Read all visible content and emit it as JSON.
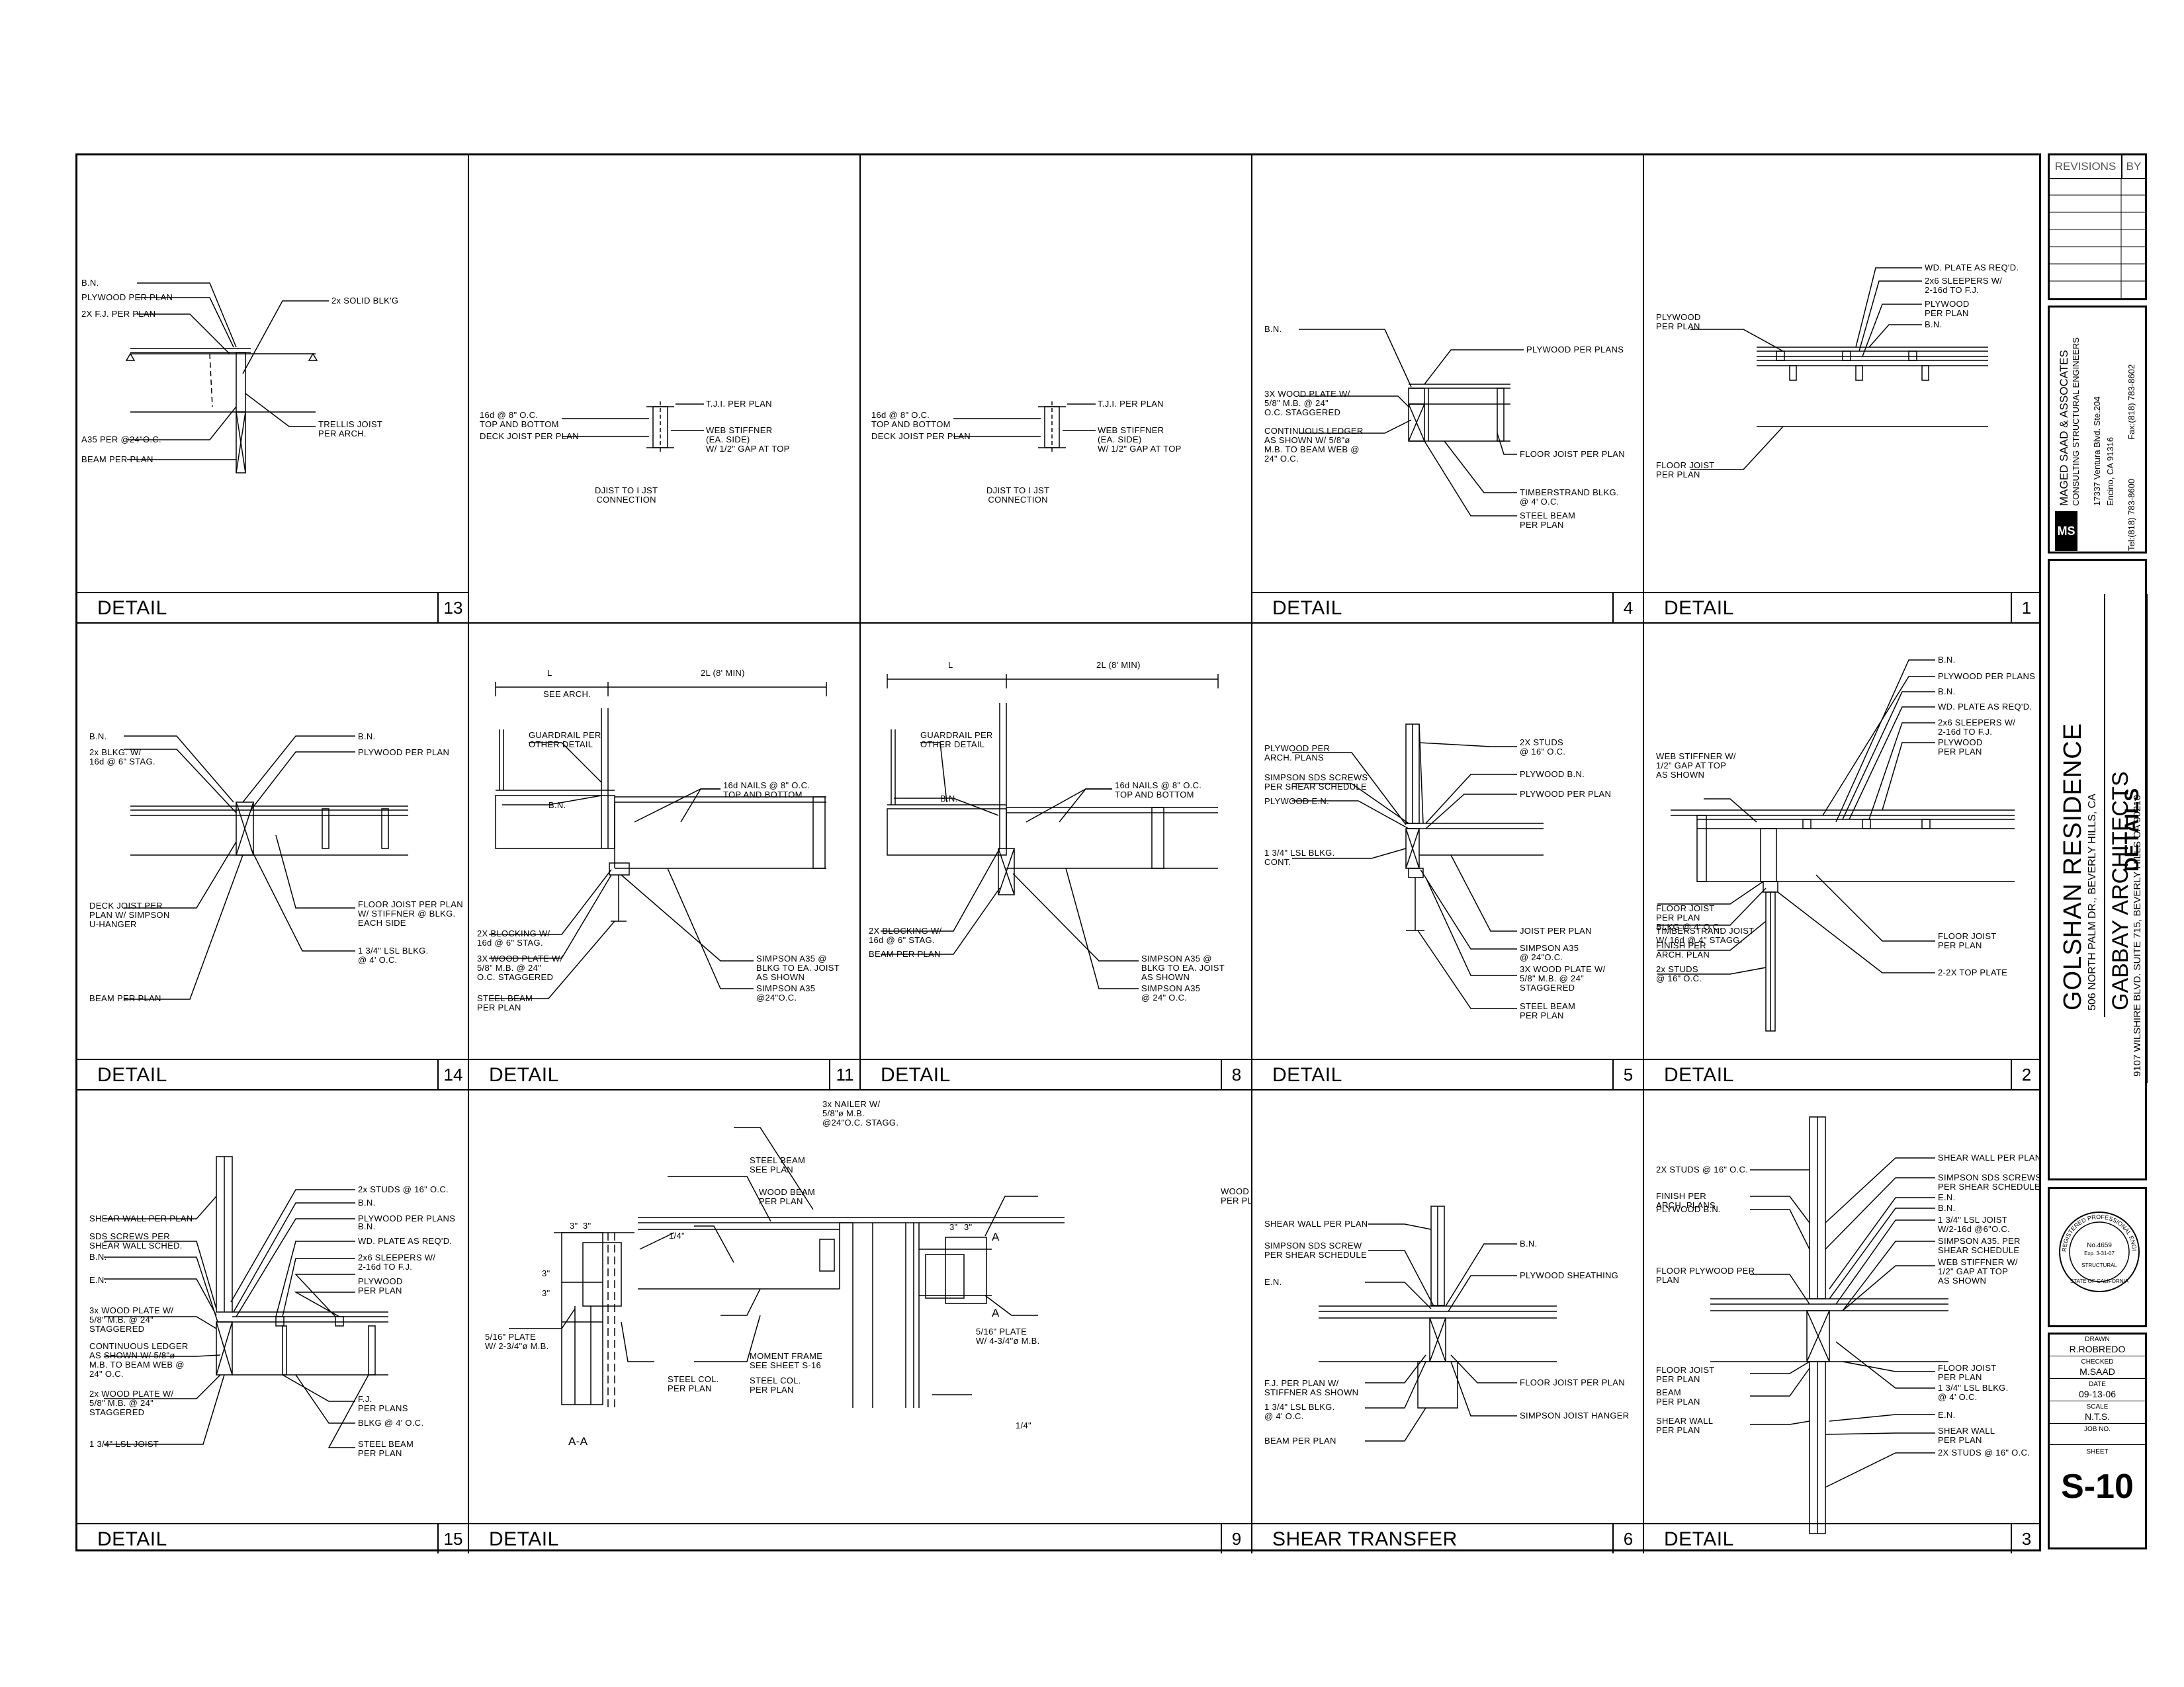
{
  "details": [
    {
      "id": "d13",
      "title": "DETAIL",
      "number": "13",
      "notes": [
        "B.N.",
        "PLYWOOD PER PLAN",
        "2X F.J. PER PLAN",
        "2x SOLID BLK'G",
        "TRELLIS JOIST\nPER ARCH.",
        "A35 PER @24\"O.C.",
        "BEAM PER PLAN"
      ]
    },
    {
      "id": "djoist1",
      "title": "",
      "number": "",
      "notes": [
        "T.J.I. PER PLAN",
        "16d @ 8\" O.C.\nTOP AND BOTTOM",
        "DECK JOIST PER PLAN",
        "WEB STIFFNER\n(EA. SIDE)\nW/ 1/2\" GAP AT TOP",
        "DJIST TO I JST\nCONNECTION"
      ]
    },
    {
      "id": "djoist2",
      "title": "",
      "number": "",
      "notes": [
        "T.J.I. PER PLAN",
        "16d @ 8\" O.C.\nTOP AND BOTTOM",
        "DECK JOIST PER PLAN",
        "WEB STIFFNER\n(EA. SIDE)\nW/ 1/2\" GAP AT TOP",
        "DJIST TO I JST\nCONNECTION"
      ]
    },
    {
      "id": "d4",
      "title": "DETAIL",
      "number": "4",
      "notes": [
        "B.N.",
        "PLYWOOD PER PLANS",
        "3X WOOD PLATE W/\n5/8\" M.B. @ 24\"\nO.C. STAGGERED",
        "CONTINUOUS LEDGER\nAS SHOWN W/ 5/8\"ø\nM.B. TO BEAM WEB @\n24\" O.C.",
        "FLOOR JOIST PER PLAN",
        "TIMBERSTRAND BLKG.\n@ 4' O.C.",
        "STEEL BEAM\nPER PLAN"
      ]
    },
    {
      "id": "d1",
      "title": "DETAIL",
      "number": "1",
      "notes": [
        "WD. PLATE AS REQ'D.",
        "2x6 SLEEPERS W/\n2-16d TO F.J.",
        "PLYWOOD\nPER PLAN",
        "B.N.",
        "PLYWOOD\nPER PLAN",
        "FLOOR JOIST\nPER PLAN"
      ]
    },
    {
      "id": "d14",
      "title": "DETAIL",
      "number": "14",
      "notes": [
        "B.N.",
        "2x BLKG. W/\n16d @ 6\" STAG.",
        "B.N.",
        "PLYWOOD PER PLAN",
        "DECK JOIST PER\nPLAN W/ SIMPSON\nU-HANGER",
        "FLOOR JOIST PER PLAN\nW/ STIFFNER @ BLKG.\nEACH SIDE",
        "1 3/4\" LSL BLKG.\n@ 4' O.C.",
        "BEAM PER PLAN"
      ]
    },
    {
      "id": "d11",
      "title": "DETAIL",
      "number": "11",
      "notes": [
        "L",
        "SEE ARCH.",
        "2L (8' MIN)",
        "GUARDRAIL PER\nOTHER DETAIL",
        "B.N.",
        "16d NAILS @ 8\" O.C.\nTOP AND BOTTOM",
        "2X BLOCKING W/\n16d @ 6\" STAG.",
        "3X WOOD PLATE W/\n5/8\" M.B. @ 24\"\nO.C. STAGGERED",
        "STEEL BEAM\nPER PLAN",
        "SIMPSON A35 @\nBLKG TO EA. JOIST\nAS SHOWN",
        "SIMPSON A35\n@24\"O.C."
      ]
    },
    {
      "id": "d8",
      "title": "DETAIL",
      "number": "8",
      "notes": [
        "L",
        "2L (8' MIN)",
        "GUARDRAIL PER\nOTHER DETAIL",
        "B.N.",
        "16d NAILS @ 8\" O.C.\nTOP AND BOTTOM",
        "2X BLOCKING W/\n16d @ 6\" STAG.",
        "BEAM PER PLAN",
        "SIMPSON A35 @\nBLKG TO EA. JOIST\nAS SHOWN",
        "SIMPSON A35\n@ 24\" O.C."
      ]
    },
    {
      "id": "d5",
      "title": "DETAIL",
      "number": "5",
      "notes": [
        "2X STUDS\n@ 16\" O.C.",
        "PLYWOOD PER\nARCH. PLANS",
        "SIMPSON SDS SCREWS\nPER SHEAR SCHEDULE",
        "PLYWOOD E.N.",
        "PLYWOOD B.N.",
        "PLYWOOD PER PLAN",
        "1 3/4\" LSL BLKG.\nCONT.",
        "JOIST PER PLAN",
        "SIMPSON A35\n@ 24\"O.C.",
        "3X WOOD PLATE W/\n5/8\" M.B. @ 24\"\nSTAGGERED",
        "STEEL BEAM\nPER PLAN"
      ]
    },
    {
      "id": "d2",
      "title": "DETAIL",
      "number": "2",
      "notes": [
        "B.N.",
        "PLYWOOD PER PLANS",
        "B.N.",
        "WD. PLATE AS REQ'D.",
        "2x6 SLEEPERS W/\n2-16d TO F.J.",
        "WEB STIFFNER W/\n1/2\" GAP AT TOP\nAS SHOWN",
        "PLYWOOD\nPER PLAN",
        "FLOOR JOIST\nPER PLAN\nBLKG @ 4' O.C.",
        "TIMBERSTRAND JOIST\nW/ 16d @ 4\" STAGG.",
        "FINISH PER\nARCH. PLAN",
        "2x STUDS\n@ 16\" O.C.",
        "FLOOR JOIST\nPER PLAN",
        "2-2X TOP PLATE"
      ]
    },
    {
      "id": "d15",
      "title": "DETAIL",
      "number": "15",
      "notes": [
        "2x STUDS @ 16\" O.C.",
        "B.N.",
        "SHEAR WALL PER PLAN",
        "PLYWOOD PER PLANS",
        "SDS SCREWS PER\nSHEAR WALL SCHED.",
        "B.N.",
        "WD. PLATE AS REQ'D.",
        "B.N.",
        "2x6 SLEEPERS W/\n2-16d TO F.J.",
        "E.N.",
        "PLYWOOD\nPER PLAN",
        "3x WOOD PLATE W/\n5/8\" M.B. @ 24\"\nSTAGGERED",
        "CONTINUOUS LEDGER\nAS SHOWN W/ 5/8\"ø\nM.B. TO BEAM WEB @\n24\" O.C.",
        "F.J.\nPER PLANS",
        "2x WOOD PLATE W/\n5/8\" M.B. @ 24\"\nSTAGGERED",
        "BLKG @ 4' O.C.",
        "1 3/4\" LSL JOIST",
        "STEEL BEAM\nPER PLAN"
      ]
    },
    {
      "id": "d9",
      "title": "DETAIL",
      "number": "9",
      "notes": [
        "3x NAILER W/\n5/8\"ø M.B.\n@24\"O.C. STAGG.",
        "WOOD BEAM\nPER PLAN",
        "STEEL BEAM\nSEE PLAN",
        "WOOD BEAM\nPER PLAN",
        "1/4\"",
        "1/4\"",
        "MOMENT FRAME\nSEE SHEET S-16",
        "5/16\" PLATE\nW/ 2-3/4\"ø M.B.",
        "5/16\" PLATE\nW/ 4-3/4\"ø M.B.",
        "STEEL COL.\nPER PLAN",
        "STEEL COL.\nPER PLAN",
        "A-A",
        "A",
        "A",
        "3\"",
        "3\"",
        "3\"",
        "3\"",
        "3\"",
        "3\""
      ]
    },
    {
      "id": "d6",
      "title": "SHEAR TRANSFER",
      "number": "6",
      "notes": [
        "SHEAR WALL PER PLAN",
        "SIMPSON SDS SCREW\nPER SHEAR SCHEDULE",
        "B.N.",
        "E.N.",
        "PLYWOOD SHEATHING",
        "F.J. PER PLAN W/\nSTIFFNER AS SHOWN",
        "FLOOR JOIST PER PLAN",
        "1 3/4\" LSL BLKG.\n@ 4' O.C.",
        "SIMPSON JOIST HANGER",
        "BEAM PER PLAN"
      ]
    },
    {
      "id": "d3",
      "title": "DETAIL",
      "number": "3",
      "notes": [
        "SHEAR WALL PER PLAN",
        "2X STUDS @ 16\" O.C.",
        "SIMPSON SDS SCREWS\nPER SHEAR SCHEDULE",
        "FINISH PER\nARCH. PLANS",
        "E.N.",
        "B.N.",
        "PLYWOOD B.N.",
        "1 3/4\" LSL JOIST\nW/2-16d @6\"O.C.",
        "SIMPSON A35. PER\nSHEAR SCHEDULE",
        "FLOOR PLYWOOD PER\nPLAN",
        "WEB STIFFNER W/\n1/2\" GAP AT TOP\nAS SHOWN",
        "FLOOR JOIST\nPER PLAN",
        "FLOOR JOIST\nPER PLAN",
        "1 3/4\" LSL BLKG.\n@ 4' O.C.",
        "BEAM\nPER PLAN",
        "E.N.",
        "SHEAR WALL\nPER PLAN",
        "SHEAR WALL\nPER PLAN",
        "2X STUDS @ 16\" O.C."
      ]
    }
  ],
  "titleblock": {
    "revisions_label": "REVISIONS",
    "by_label": "BY",
    "firm_logo": "MS",
    "firm_name": "MAGED SAAD & ASSOCATES",
    "firm_sub": "CONSULTING STRUCTURAL ENGINEERS",
    "firm_addr1": "17337 Ventura Blvd. Ste.204",
    "firm_addr2": "Encino, CA 91316",
    "firm_tel": "Tel:(818) 783-8600",
    "firm_fax": "Fax:(818) 783-8602",
    "project": "GOLSHAN  RESIDENCE",
    "project_addr": "506 NORTH PALM DR., BEVERLY HILLS, CA",
    "architect": "GABBAY ARCHITECTS",
    "architect_addr": "9107 WILSHIRE BLVD. SUITE 715, BEVERLY HILLS CA 90210",
    "sheet_title": "DETAILS",
    "seal_ring": "REGISTERED PROFESSIONAL ENGINEER",
    "seal_no": "No.4659",
    "seal_exp": "Exp. 3-31-07",
    "seal_type": "STRUCTURAL",
    "seal_state": "STATE OF CALIFORNIA",
    "drawn_label": "DRAWN",
    "drawn": "R.ROBREDO",
    "checked_label": "CHECKED",
    "checked": "M.SAAD",
    "date_label": "DATE",
    "date": "09-13-06",
    "scale_label": "SCALE",
    "scale": "N.T.S.",
    "job_label": "JOB NO.",
    "job": "",
    "sheet_label": "SHEET",
    "sheet": "S-10"
  }
}
